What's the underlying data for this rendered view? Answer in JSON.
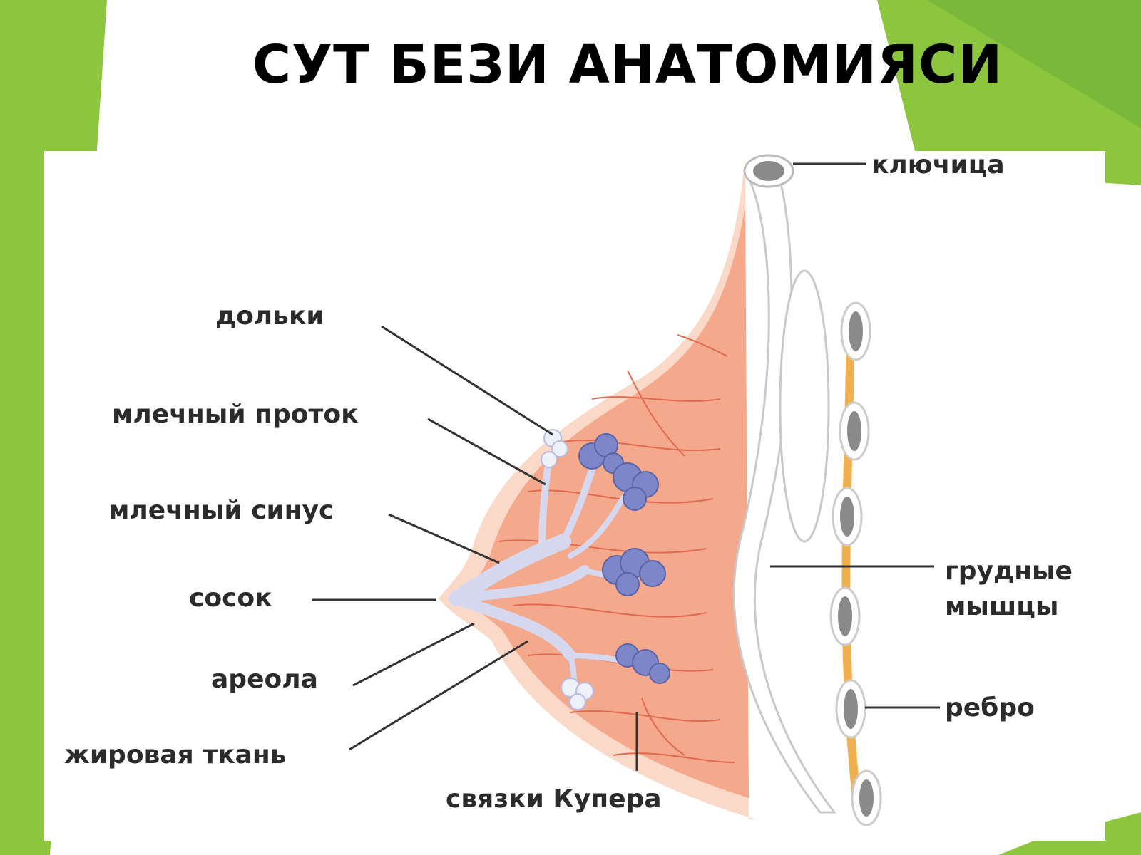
{
  "title": "СУТ БЕЗИ АНАТОМИЯСИ",
  "labels": {
    "lobules": "дольки",
    "milk_duct": "млечный проток",
    "milk_sinus": "млечный синус",
    "nipple": "сосок",
    "areola": "ареола",
    "fat_tissue": "жировая ткань",
    "cooper_ligaments": "связки Купера",
    "clavicle": "ключица",
    "pectoral_line1": "грудные",
    "pectoral_line2": "мышцы",
    "rib": "ребро"
  },
  "colors": {
    "background_green": "#8cc63f",
    "tissue": "#f4a88c",
    "tissue_light": "#fbd9c8",
    "ducts": "#d5d8ef",
    "lobule_blue": "#7d86c8",
    "rib_cartilage": "#f0b050"
  }
}
